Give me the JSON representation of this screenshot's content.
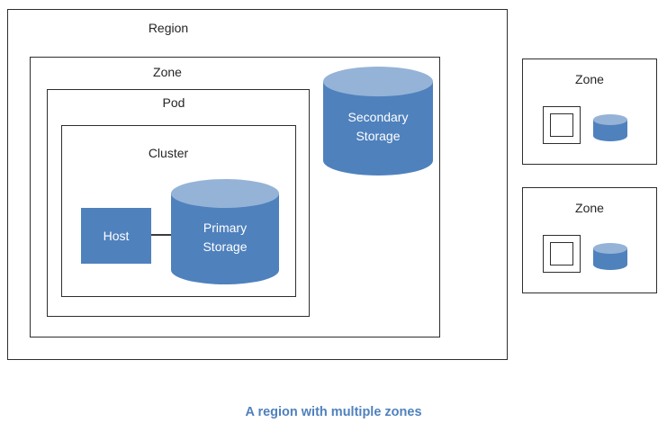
{
  "diagram": {
    "region": {
      "label": "Region"
    },
    "zone": {
      "label": "Zone"
    },
    "pod": {
      "label": "Pod"
    },
    "cluster": {
      "label": "Cluster"
    },
    "host": {
      "label": "Host"
    },
    "primary_storage": {
      "label": "Primary Storage"
    },
    "secondary_storage": {
      "label": "Secondary Storage"
    },
    "right_zones": [
      {
        "label": "Zone"
      },
      {
        "label": "Zone"
      }
    ],
    "caption": "A region with multiple zones",
    "colors": {
      "cylinder_body": "#4f81bd",
      "cylinder_top": "#95b3d7",
      "host_fill": "#4f81bd",
      "box_border": "#2e2e2e",
      "caption_text": "#4f81bd",
      "label_text": "#262626"
    }
  }
}
